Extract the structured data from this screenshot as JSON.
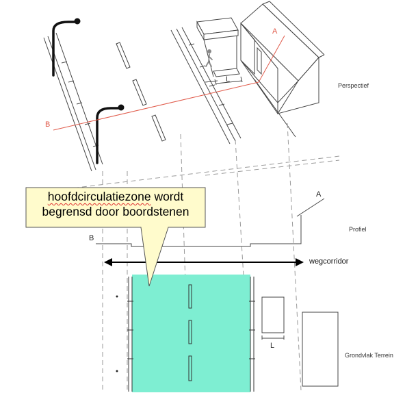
{
  "callout": {
    "line1_word": "hoofdcirculatiezone",
    "line1_rest": "wordt",
    "line2": "begrensd door boordstenen",
    "fill": "#fffbcc"
  },
  "labels": {
    "perspectief": "Perspectief",
    "profiel": "Profiel",
    "grondvlak": "Grondvlak Terrein",
    "wegcorridor": "wegcorridor",
    "a_top": "A",
    "b_top": "B",
    "a_profile": "A",
    "b_profile": "B",
    "l_top": "L",
    "l_bottom": "L"
  },
  "colors": {
    "zone_fill": "#7eeed2",
    "section_line": "#e05a4a",
    "line": "#444444",
    "dash": "#9a9a9a"
  }
}
